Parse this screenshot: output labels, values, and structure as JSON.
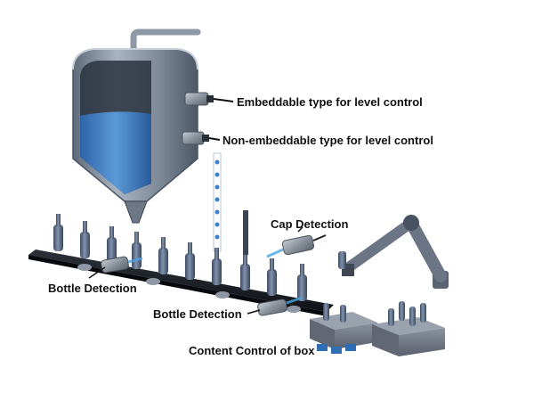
{
  "labels": {
    "embeddable": "Embeddable type for level control",
    "non_embeddable": "Non-embeddable type for level control",
    "cap_detection": "Cap Detection",
    "bottle_detection_1": "Bottle Detection",
    "bottle_detection_2": "Bottle Detection",
    "content_control": "Content Control of box"
  },
  "colors": {
    "tank_metal": "#7e8a9a",
    "liquid": "#3f7fc4",
    "belt": "#1b1e24",
    "bottle": "#5c6c84",
    "sensor_beam": "#4aa3e0",
    "box": "#6f7785"
  },
  "icons": [
    "tank",
    "sensor",
    "bottle",
    "conveyor-belt",
    "robot-arm",
    "crate"
  ]
}
